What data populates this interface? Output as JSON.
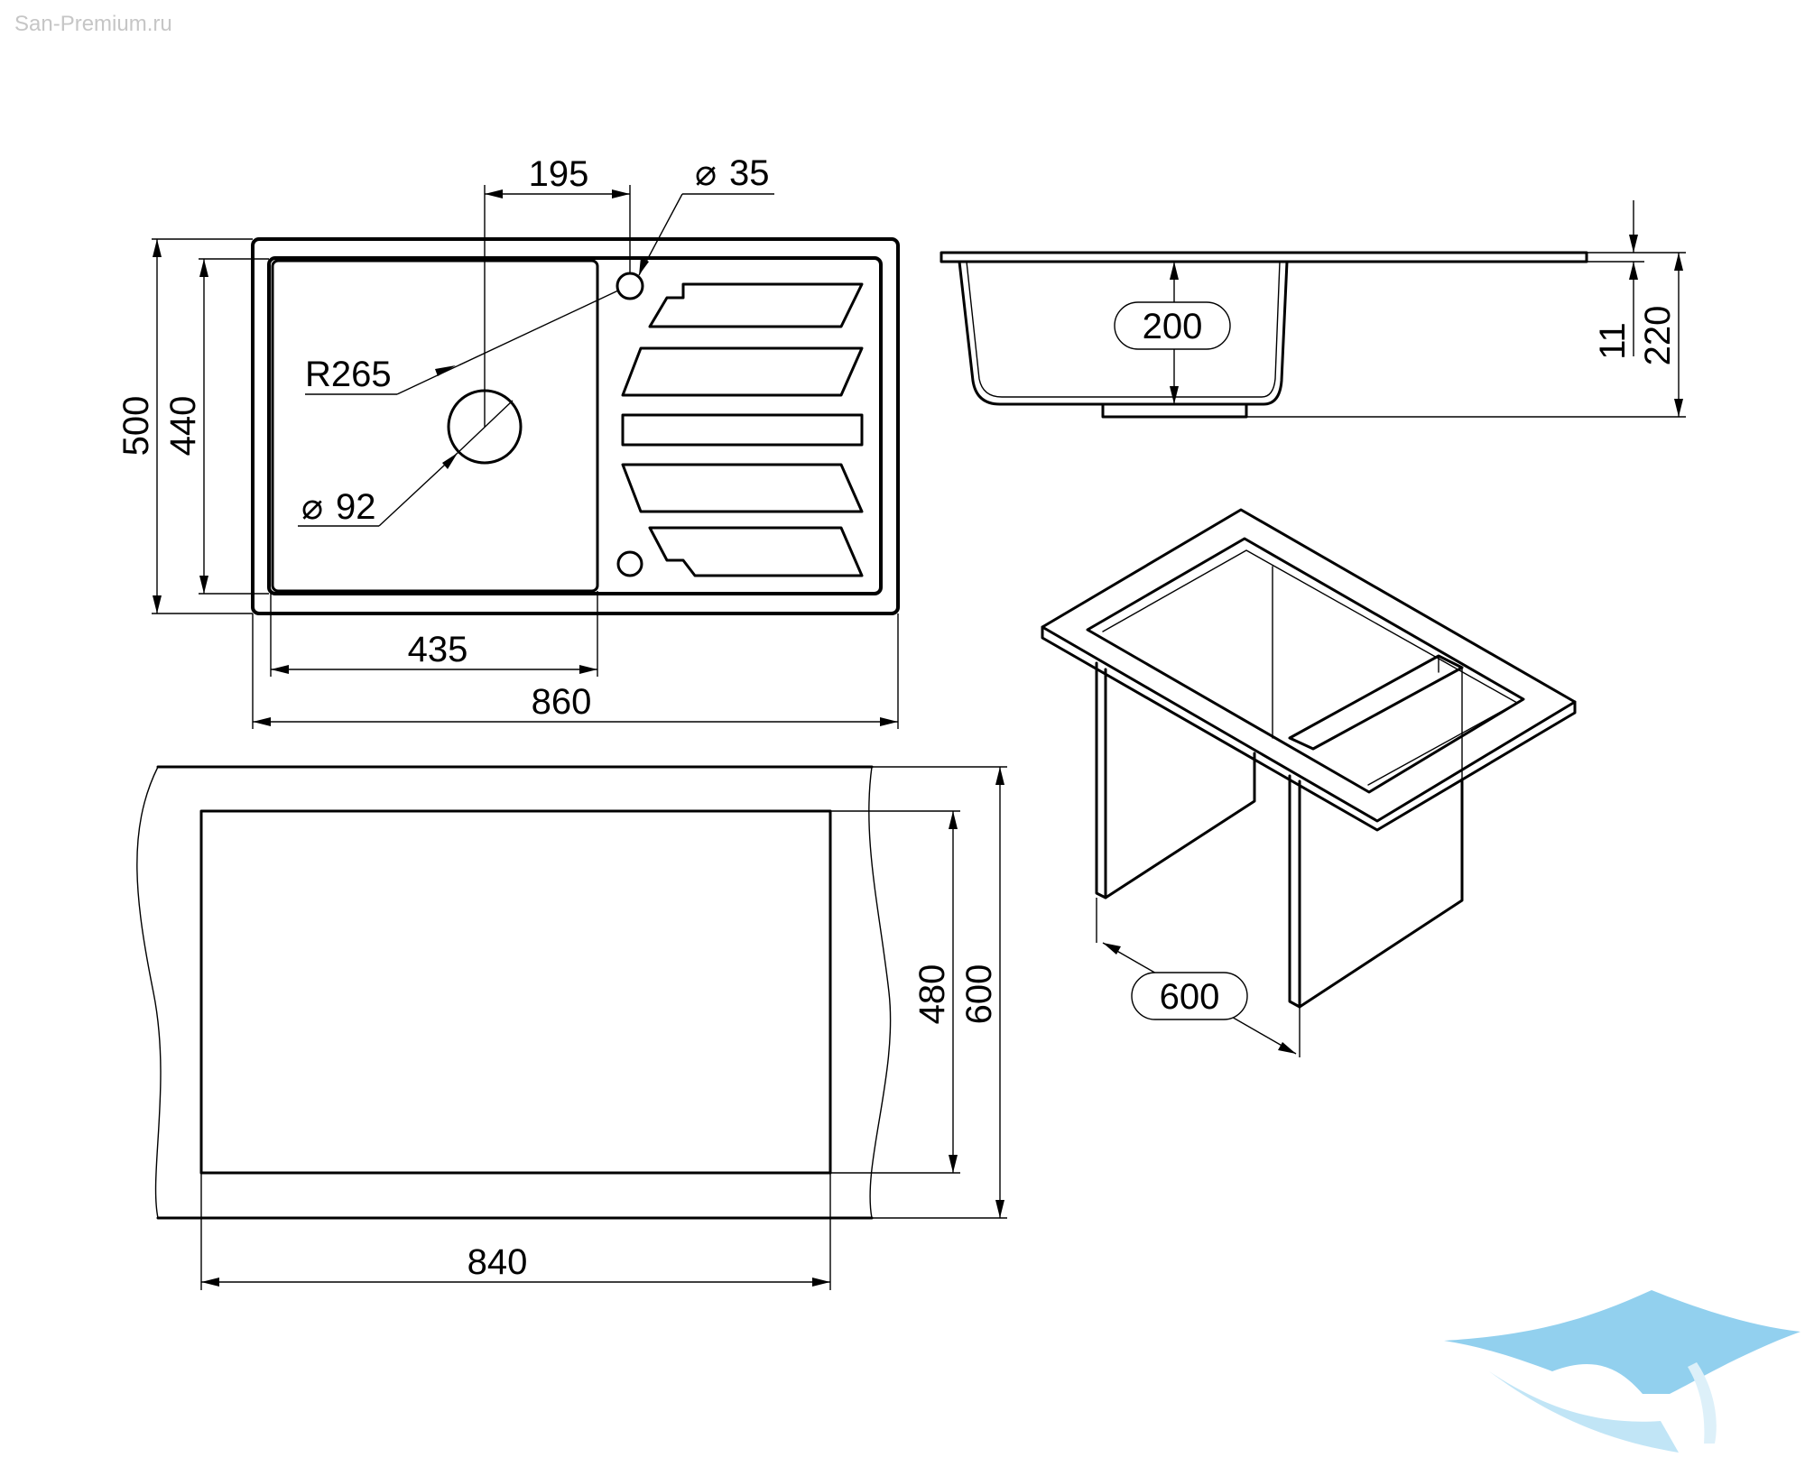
{
  "watermark": {
    "site": "San-Premium.ru",
    "logo_icon": "bathtub-wave-logo-icon",
    "logo_colors": [
      "#7fc8ec",
      "#b7e1f5",
      "#d8eef9"
    ]
  },
  "top_view": {
    "width_total": "860",
    "height_total": "500",
    "bowl_width": "435",
    "bowl_height": "440",
    "offset_to_tap_hole": "195",
    "tap_hole_diameter": "35",
    "drain_radius": "R265",
    "drain_diameter": "92",
    "diameter_symbol": "⌀"
  },
  "side_view": {
    "bowl_depth": "200",
    "rim_thickness": "11",
    "total_depth": "220"
  },
  "cutout_view": {
    "cutout_width": "840",
    "cutout_height": "480",
    "cabinet_depth": "600"
  },
  "cabinet_view": {
    "cabinet_width": "600"
  }
}
